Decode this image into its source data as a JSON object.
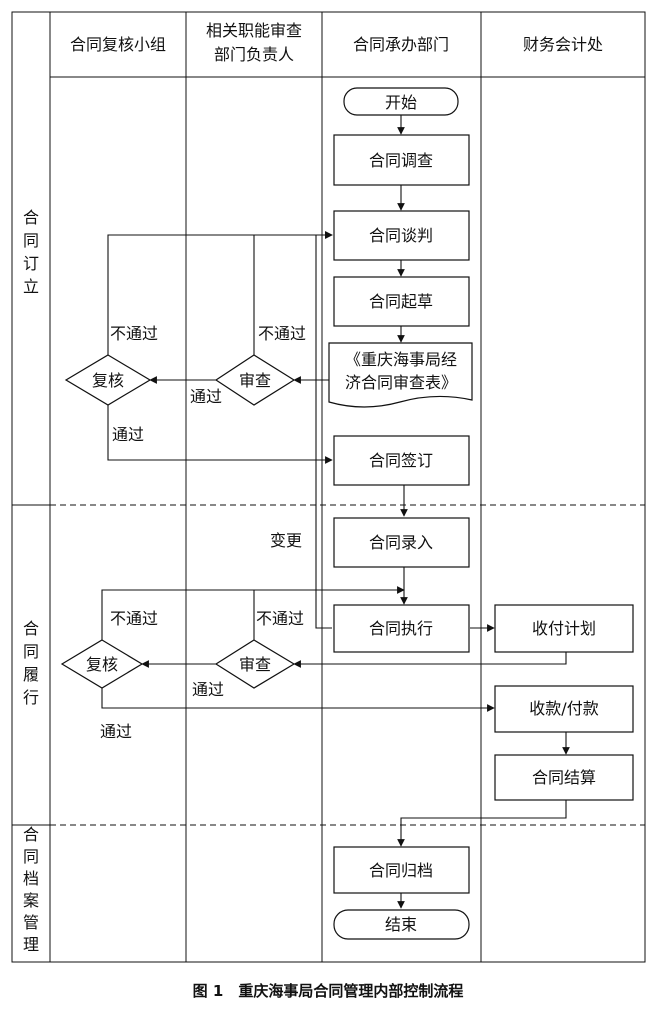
{
  "headers": {
    "col1": "合同复核小组",
    "col2_line1": "相关职能审查",
    "col2_line2": "部门负责人",
    "col3": "合同承办部门",
    "col4": "财务会计处"
  },
  "phases": {
    "sign": [
      "合",
      "同",
      "订",
      "立"
    ],
    "perform": [
      "合",
      "同",
      "履",
      "行"
    ],
    "archive": [
      "合",
      "同",
      "档",
      "案",
      "管",
      "理"
    ]
  },
  "nodes": {
    "start": "开始",
    "investigate": "合同调查",
    "negotiate": "合同谈判",
    "draft": "合同起草",
    "review_form_line1": "《重庆海事局经",
    "review_form_line2": "济合同审查表》",
    "review1": "审查",
    "recheck1": "复核",
    "sign": "合同签订",
    "entry": "合同录入",
    "execute": "合同执行",
    "pay_plan": "收付计划",
    "review2": "审查",
    "recheck2": "复核",
    "payment": "收款/付款",
    "settlement": "合同结算",
    "archive": "合同归档",
    "end": "结束"
  },
  "edge_labels": {
    "fail_1a": "不通过",
    "fail_1b": "不通过",
    "pass_1a": "通过",
    "pass_1b": "通过",
    "change": "变更",
    "fail_2a": "不通过",
    "fail_2b": "不通过",
    "pass_2a": "通过",
    "pass_2b": "通过"
  },
  "caption": "图 1　重庆海事局合同管理内部控制流程"
}
